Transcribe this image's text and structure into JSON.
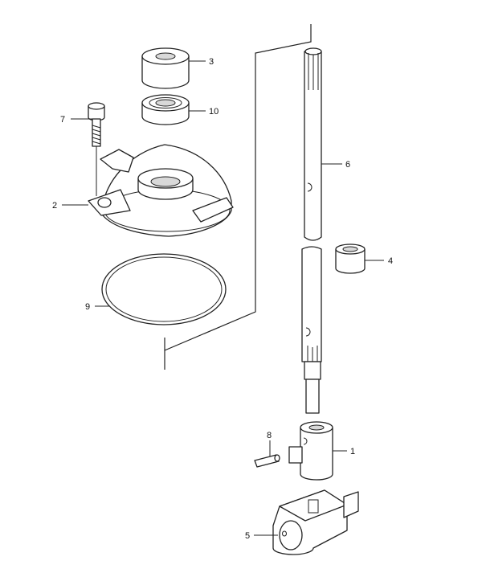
{
  "diagram": {
    "colors": {
      "line": "#222222",
      "background": "#ffffff",
      "shading": "#d9d9d9"
    },
    "callouts": [
      {
        "id": "1",
        "label": "1"
      },
      {
        "id": "2",
        "label": "2"
      },
      {
        "id": "3",
        "label": "3"
      },
      {
        "id": "4",
        "label": "4"
      },
      {
        "id": "5",
        "label": "5"
      },
      {
        "id": "6",
        "label": "6"
      },
      {
        "id": "7",
        "label": "7"
      },
      {
        "id": "8",
        "label": "8"
      },
      {
        "id": "9",
        "label": "9"
      },
      {
        "id": "10",
        "label": "10"
      }
    ]
  }
}
